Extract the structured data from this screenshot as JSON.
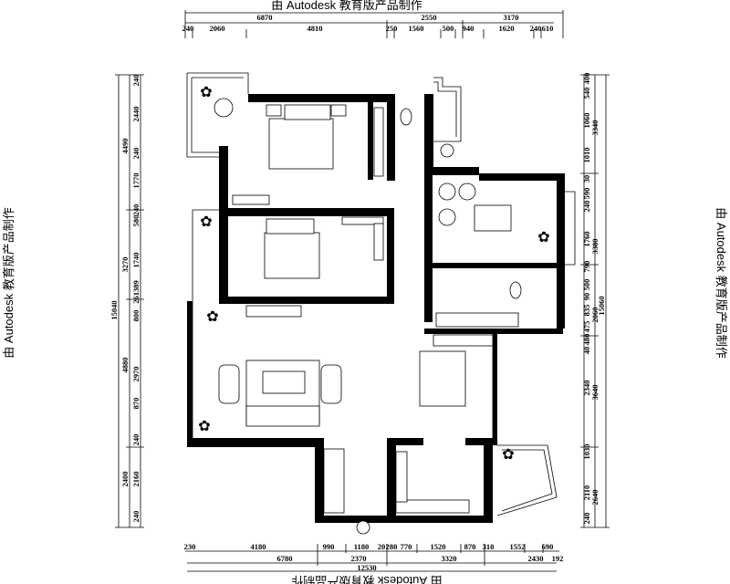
{
  "watermark": "由 Autodesk 教育版产品制作",
  "dimensions": {
    "top_total_row": [
      "6870",
      "2550",
      "3170"
    ],
    "top_detail_row": [
      "240",
      "2060",
      "4810",
      "250",
      "1560",
      "500",
      "940",
      "1620",
      "240",
      "610"
    ],
    "bottom_detail_row": [
      "230",
      "4180",
      "990",
      "1180",
      "20",
      "280",
      "770",
      "1520",
      "870",
      "310",
      "1552",
      "690"
    ],
    "bottom_total_row": [
      "6780",
      "2370",
      "3320",
      "2430",
      "192"
    ],
    "bottom_overall": "12530",
    "left_overall": "15040",
    "left_total_row": [
      "4490",
      "3270",
      "4880",
      "2400"
    ],
    "left_detail_row": [
      "240",
      "2440",
      "240",
      "1770",
      "580",
      "240",
      "1740",
      "261389",
      "800",
      "2970",
      "870",
      "240",
      "2160",
      "240"
    ],
    "right_overall": "15060",
    "right_total_row": [
      "3340",
      "3380",
      "2060",
      "3640",
      "2640"
    ],
    "right_detail_row": [
      "400",
      "540",
      "1060",
      "1010",
      "30",
      "590",
      "240",
      "1760",
      "790",
      "500",
      "90",
      "835",
      "475",
      "480",
      "40",
      "2340",
      "1030",
      "2110",
      "240"
    ]
  }
}
